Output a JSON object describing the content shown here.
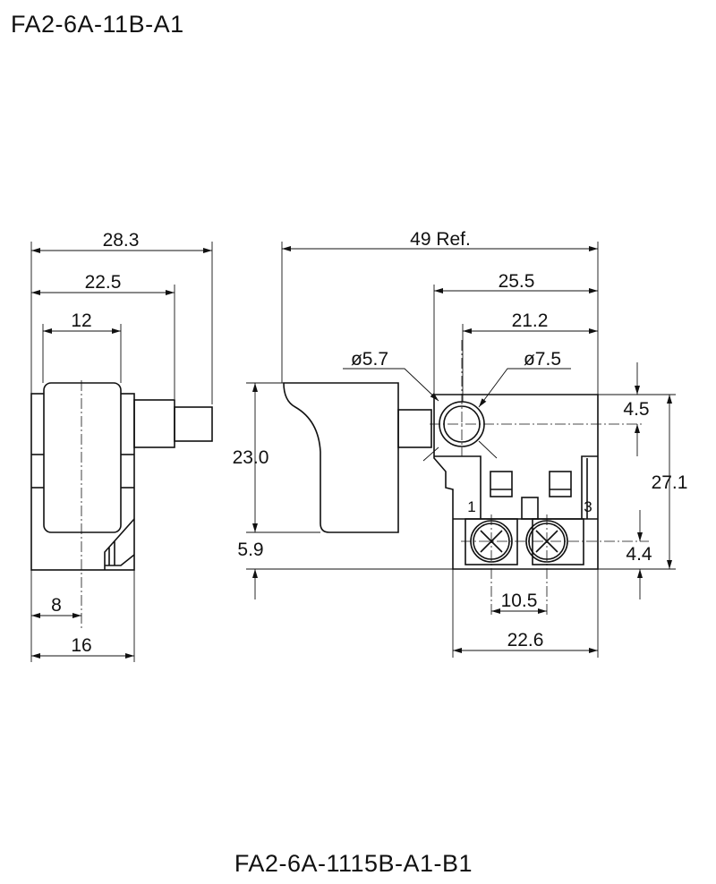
{
  "titles": {
    "top": "FA2-6A-11B-A1",
    "bottom": "FA2-6A-1115B-A1-B1"
  },
  "side_view": {
    "dims": {
      "overall": "28.3",
      "shaft": "22.5",
      "body": "12",
      "center": "8",
      "depth": "16"
    }
  },
  "front_view": {
    "dims": {
      "overall": "49 Ref.",
      "body_width": "25.5",
      "hole_pos": "21.2",
      "dia_small": "ø5.7",
      "dia_large": "ø7.5",
      "hole_top": "4.5",
      "height": "27.1",
      "trigger_height": "23.0",
      "trigger_bottom": "5.9",
      "screw_height": "4.4",
      "screw_pitch": "10.5",
      "base_width": "22.6"
    },
    "terminals": [
      "1",
      "3"
    ]
  }
}
